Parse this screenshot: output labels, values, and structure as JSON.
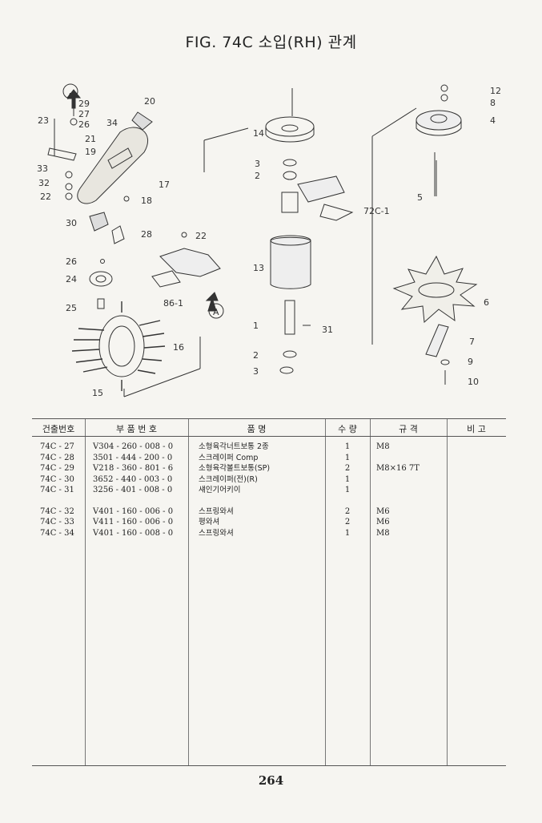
{
  "title": "FIG. 74C 소입(RH) 관계",
  "diagram": {
    "callouts": [
      "20",
      "29",
      "27",
      "26",
      "34",
      "23",
      "21",
      "19",
      "33",
      "32",
      "22",
      "17",
      "18",
      "30",
      "28",
      "26",
      "24",
      "25",
      "16",
      "15",
      "22",
      "86-1",
      "14",
      "3",
      "2",
      "72C-1",
      "13",
      "1",
      "31",
      "2",
      "3",
      "12",
      "8",
      "4",
      "5",
      "6",
      "7",
      "9",
      "10"
    ],
    "ref_mark": "A"
  },
  "table": {
    "headers": [
      "건출번호",
      "부 품 번 호",
      "품 명",
      "수 량",
      "규 격",
      "비 고"
    ],
    "rows": [
      {
        "code": "74C - 27",
        "part": "V304 - 260 - 008 - 0",
        "name": "소형육각너트보통 2종",
        "qty": "1",
        "spec": "M8"
      },
      {
        "code": "74C - 28",
        "part": "3501 - 444 - 200 - 0",
        "name": "스크레이퍼 Comp",
        "qty": "1",
        "spec": ""
      },
      {
        "code": "74C - 29",
        "part": "V218 - 360 - 801 - 6",
        "name": "소형육각볼트보통(SP)",
        "qty": "2",
        "spec": "M8×16 7T"
      },
      {
        "code": "74C - 30",
        "part": "3652 - 440 - 003 - 0",
        "name": "스크레이퍼(전)(R)",
        "qty": "1",
        "spec": ""
      },
      {
        "code": "74C - 31",
        "part": "3256 - 401 - 008 - 0",
        "name": "섀인기어키이",
        "qty": "1",
        "spec": ""
      },
      {
        "code": "74C - 32",
        "part": "V401 - 160 - 006 - 0",
        "name": "스프링와셔",
        "qty": "2",
        "spec": "M6"
      },
      {
        "code": "74C - 33",
        "part": "V411 - 160 - 006 - 0",
        "name": "평와셔",
        "qty": "2",
        "spec": "M6"
      },
      {
        "code": "74C - 34",
        "part": "V401 - 160 - 008 - 0",
        "name": "스프링와셔",
        "qty": "1",
        "spec": "M8"
      }
    ]
  },
  "page_number": "264"
}
